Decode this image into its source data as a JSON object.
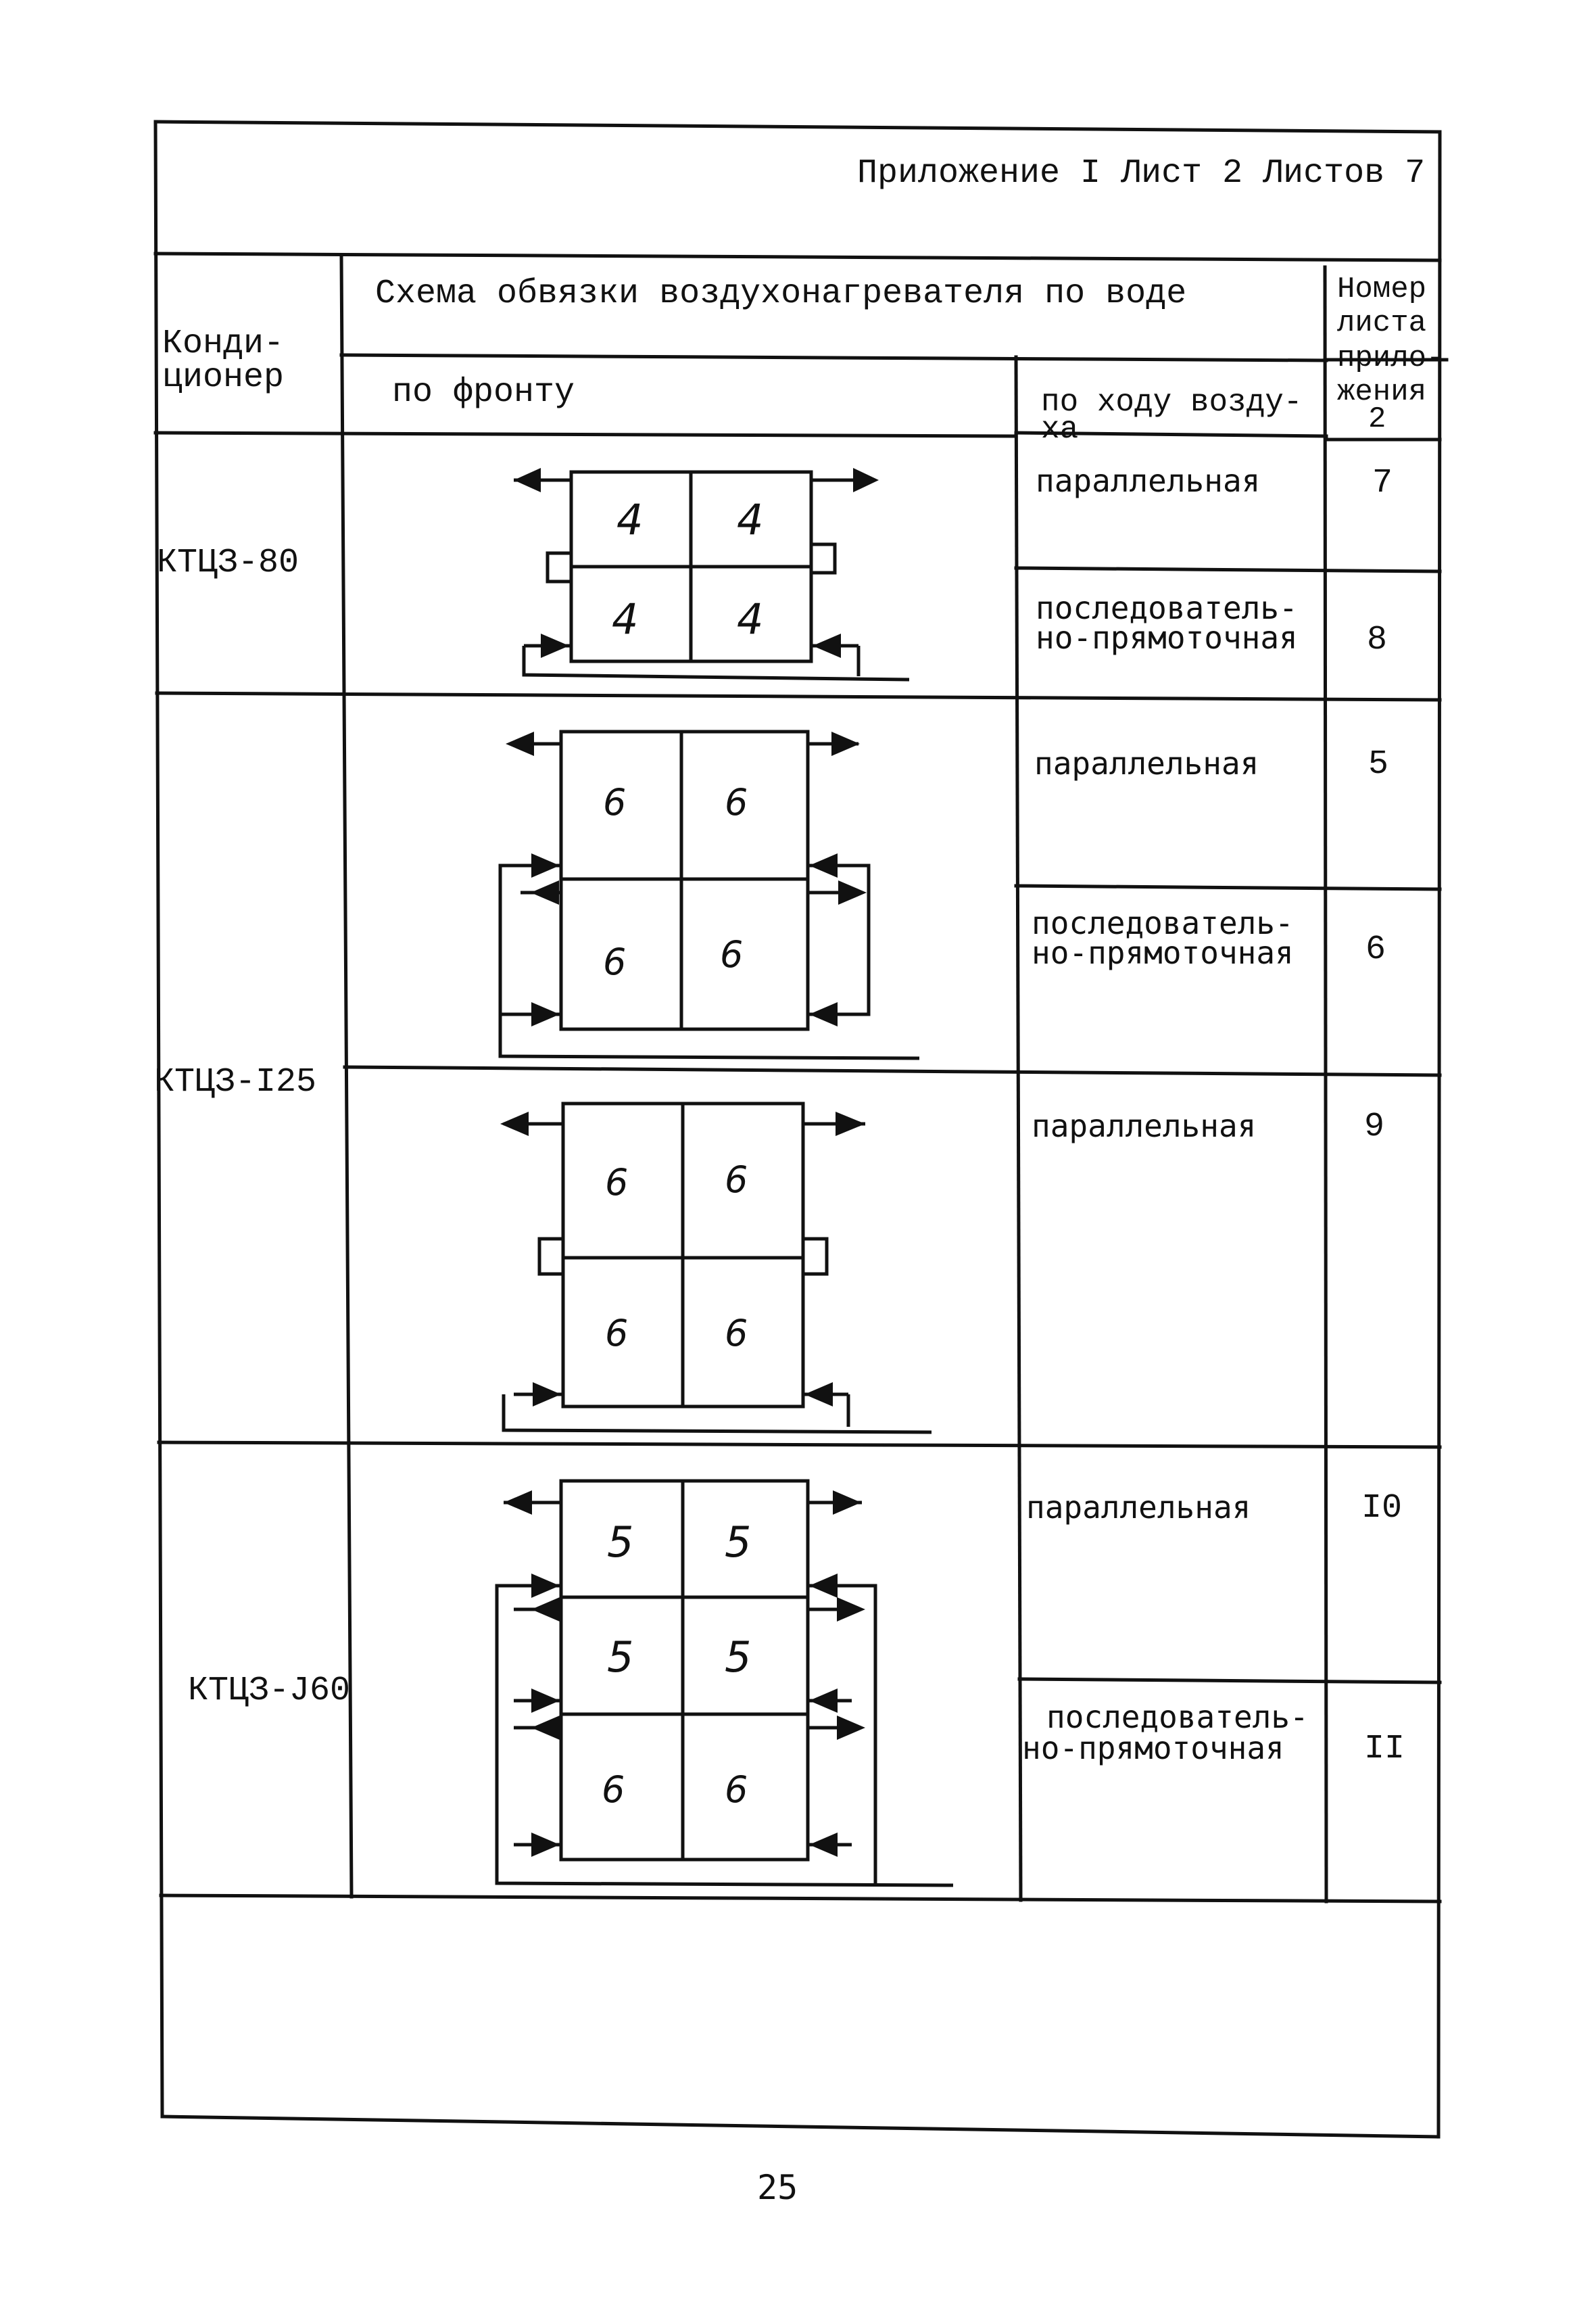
{
  "header": {
    "appendix_label": "Приложение I Лист 2 Листов 7"
  },
  "columns": {
    "conditioner": [
      "Конди-",
      "ционер"
    ],
    "scheme_title": "Схема обвязки воздухонагревателя по воде",
    "front": "по фронту",
    "airflow": [
      "по ходу возду-",
      "ха"
    ],
    "sheet_no": [
      "Номер",
      "листа",
      "прило-",
      "жения",
      "2"
    ]
  },
  "rows": [
    {
      "conditioner": "КТЦЗ-80",
      "diagram": {
        "cells": [
          "4",
          "4",
          "4",
          "4"
        ]
      },
      "variants": [
        {
          "airflow": [
            "параллельная"
          ],
          "sheet": "7"
        },
        {
          "airflow": [
            "последователь-",
            "но-прямоточная"
          ],
          "sheet": "8"
        }
      ]
    },
    {
      "conditioner": "КТЦЗ-I25",
      "diagram": {
        "cells": [
          "6",
          "6",
          "6",
          "6"
        ]
      },
      "variants": [
        {
          "airflow": [
            "параллельная"
          ],
          "sheet": "5"
        },
        {
          "airflow": [
            "последователь-",
            "но-прямоточная"
          ],
          "sheet": "6"
        }
      ]
    },
    {
      "conditioner": "",
      "diagram": {
        "cells": [
          "6",
          "6",
          "6",
          "6"
        ]
      },
      "variants": [
        {
          "airflow": [
            "параллельная"
          ],
          "sheet": "9"
        }
      ]
    },
    {
      "conditioner": "КТЦЗ-J60",
      "diagram": {
        "cells": [
          "5",
          "5",
          "5",
          "5",
          "6",
          "6"
        ]
      },
      "variants": [
        {
          "airflow": [
            "параллельная"
          ],
          "sheet": "I0"
        },
        {
          "airflow": [
            "последователь-",
            "но-прямоточная"
          ],
          "sheet": "II"
        }
      ]
    }
  ],
  "footer": {
    "page_number": "25"
  },
  "colors": {
    "ink": "#111111",
    "paper": "#ffffff"
  }
}
